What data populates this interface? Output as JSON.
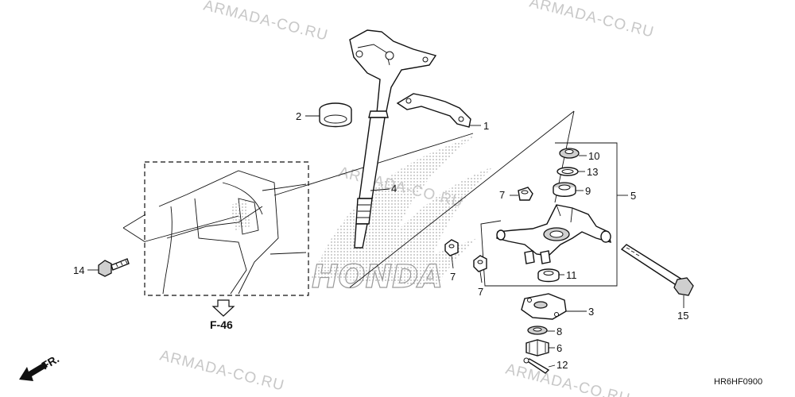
{
  "watermark": "ARMADA-CO.RU",
  "brand": "HONDA",
  "reference_label": "F-46",
  "direction_label": "FR.",
  "diagram_code": "HR6HF0900",
  "callouts": {
    "c1": "1",
    "c2": "2",
    "c3": "3",
    "c4": "4",
    "c5": "5",
    "c6": "6",
    "c7a": "7",
    "c7b": "7",
    "c7c": "7",
    "c8": "8",
    "c9": "9",
    "c10": "10",
    "c11": "11",
    "c12": "12",
    "c13": "13",
    "c14": "14",
    "c15": "15"
  }
}
